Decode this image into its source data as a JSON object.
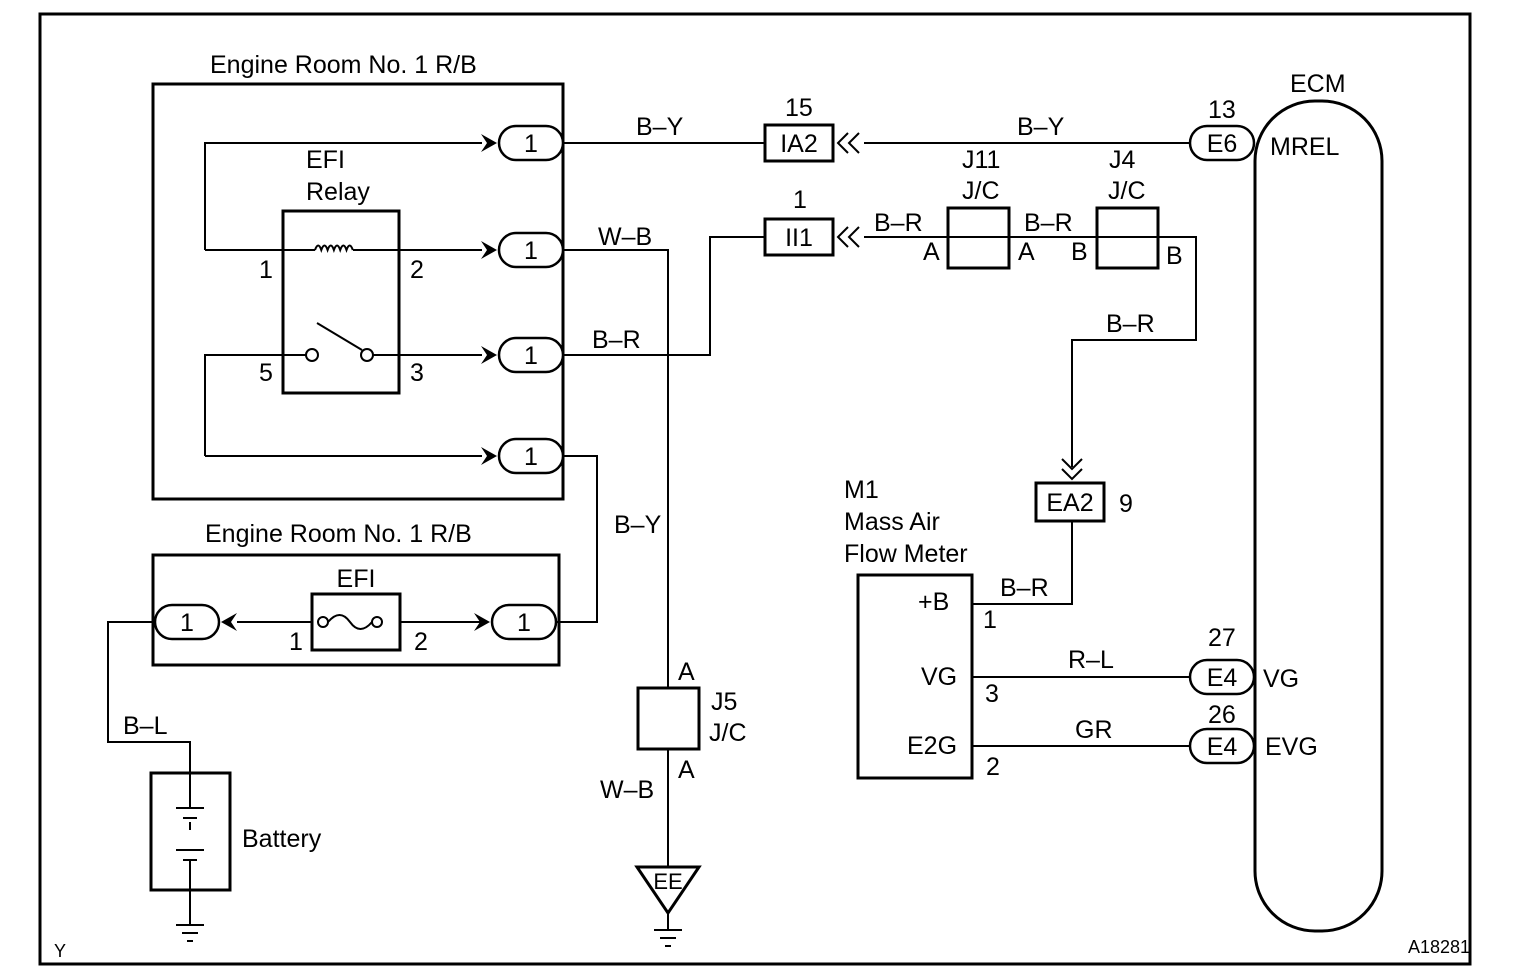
{
  "colors": {
    "line": "#000000",
    "background": "#ffffff"
  },
  "labels": {
    "relay_block_title": "Engine Room No. 1 R/B",
    "fuse_block_title": "Engine Room No. 1 R/B",
    "efi_relay_line1": "EFI",
    "efi_relay_line2": "Relay",
    "efi_fuse": "EFI",
    "battery": "Battery",
    "ecm": "ECM",
    "maf_line1": "M1",
    "maf_line2": "Mass Air",
    "maf_line3": "Flow Meter",
    "figure_code": "A18281",
    "corner_mark": "Y"
  },
  "relay_pins": {
    "p1": "1",
    "p2": "2",
    "p3": "3",
    "p5": "5"
  },
  "fuse_pins": {
    "p1": "1",
    "p2": "2"
  },
  "rb_connectors": [
    "1",
    "1",
    "1",
    "1",
    "1",
    "1"
  ],
  "connectors": {
    "ia2": {
      "label": "IA2",
      "pin": "15"
    },
    "ii1": {
      "label": "II1",
      "pin": "1"
    },
    "ea2": {
      "label": "EA2",
      "pin": "9"
    },
    "e6": {
      "label": "E6",
      "pin": "13"
    },
    "e4_vg": {
      "label": "E4",
      "pin": "27"
    },
    "e4_evg": {
      "label": "E4",
      "pin": "26"
    }
  },
  "junctions": {
    "j11": {
      "name": "J11",
      "type": "J/C",
      "left": "A",
      "right": "A"
    },
    "j4": {
      "name": "J4",
      "type": "J/C",
      "left": "B",
      "right": "B"
    },
    "j5": {
      "name": "J5",
      "type": "J/C",
      "top": "A",
      "bottom": "A"
    }
  },
  "ecm_terminals": {
    "mrel": "MREL",
    "vg": "VG",
    "evg": "EVG"
  },
  "maf_terminals": {
    "plus_b": "+B",
    "plus_b_pin": "1",
    "vg": "VG",
    "vg_pin": "3",
    "e2g": "E2G",
    "e2g_pin": "2"
  },
  "wires": {
    "by_top_left": "B–Y",
    "by_top_right": "B–Y",
    "wb_top": "W–B",
    "br_relay": "B–R",
    "br_ii1": "B–R",
    "br_j11_j4": "B–R",
    "br_down": "B–R",
    "br_maf": "B–R",
    "by_vertical": "B–Y",
    "bl": "B–L",
    "wb_bottom": "W–B",
    "rl": "R–L",
    "gr": "GR"
  },
  "ground": {
    "ee": "EE"
  }
}
